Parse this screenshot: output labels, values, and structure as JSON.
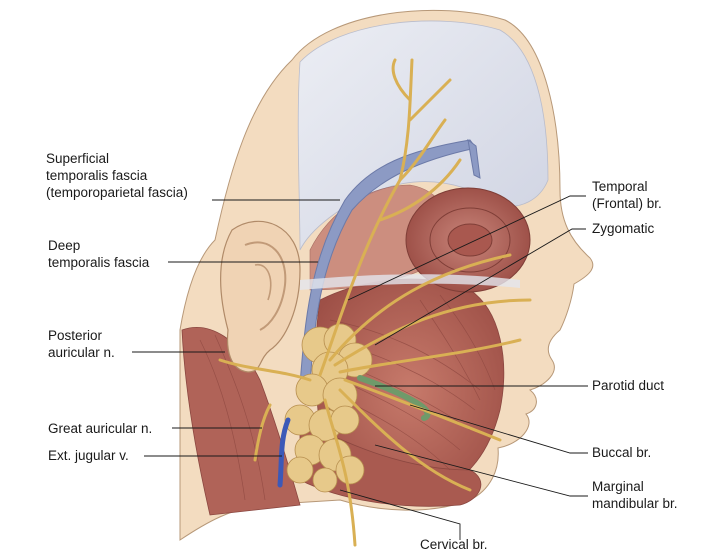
{
  "labels": {
    "superficial_temporalis": [
      "Superficial",
      "temporalis fascia",
      "(temporoparietal fascia)"
    ],
    "deep_temporalis": [
      "Deep",
      "temporalis fascia"
    ],
    "posterior_auricular": [
      "Posterior",
      "auricular n."
    ],
    "great_auricular": "Great auricular n.",
    "ext_jugular": "Ext. jugular v.",
    "temporal_frontal": [
      "Temporal",
      "(Frontal) br."
    ],
    "zygomatic": "Zygomatic",
    "parotid_duct": "Parotid duct",
    "buccal": "Buccal br.",
    "marginal_mandibular": [
      "Marginal",
      "mandibular br."
    ],
    "cervical": "Cervical br."
  },
  "colors": {
    "skin": "#f3dcc0",
    "skin_shadow": "#e6c4a0",
    "scalp": "#dfe0e8",
    "muscle": "#b9675c",
    "muscle_dark": "#934a42",
    "nerve": "#d9b054",
    "fascia": "#8c9ac4",
    "parotid": "#e7c98a",
    "duct": "#6f9a6a",
    "vein": "#3c59b8"
  }
}
